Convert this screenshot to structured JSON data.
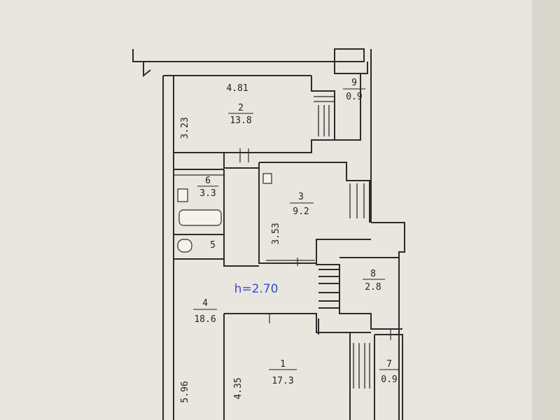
{
  "rooms": [
    {
      "number": "1",
      "area": "17.3"
    },
    {
      "number": "2",
      "area": "13.8"
    },
    {
      "number": "3",
      "area": "9.2"
    },
    {
      "number": "4",
      "area": "18.6"
    },
    {
      "number": "5",
      "area": ""
    },
    {
      "number": "6",
      "area": "3.3"
    },
    {
      "number": "7",
      "area": "0.9"
    },
    {
      "number": "8",
      "area": "2.8"
    },
    {
      "number": "9",
      "area": "0.9"
    }
  ],
  "dimensions": {
    "room2_width": "4.81",
    "room2_depth": "3.23",
    "room3_depth": "3.53",
    "room1_depth": "4.35",
    "room4_length": "5.96"
  },
  "ceiling_height": "h=2.70",
  "colors": {
    "paper": "#e9e6df",
    "ink": "#2b2b2b",
    "height_annotation": "#3a4bd0"
  }
}
